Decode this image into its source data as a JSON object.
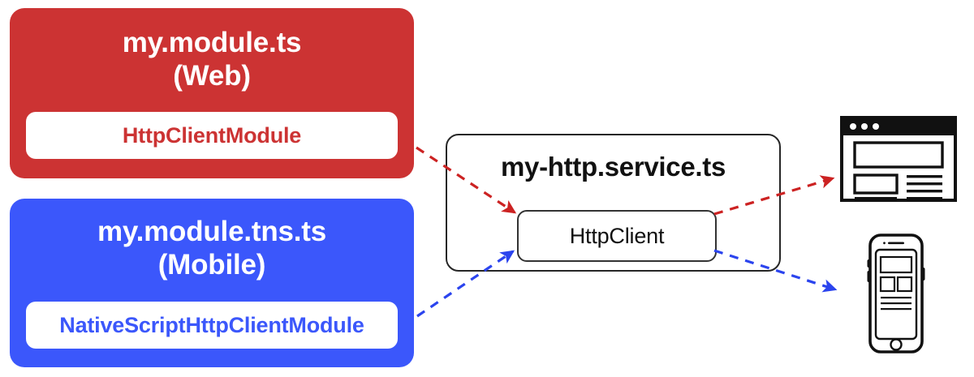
{
  "diagram": {
    "title": "Angular code-sharing HTTP module diagram",
    "background": "#ffffff",
    "colors": {
      "web_red": "#cc3333",
      "mobile_blue": "#3b57fb",
      "outline_black": "#262626",
      "card_white": "#ffffff"
    }
  },
  "modules": [
    {
      "id": "web",
      "title": "my.module.ts\n(Web)",
      "file_name": "my.module.ts",
      "platform": "(Web)",
      "pill_label": "HttpClientModule",
      "color": "#cc3333"
    },
    {
      "id": "mobile",
      "title": "my.module.tns.ts\n(Mobile)",
      "file_name": "my.module.tns.ts",
      "platform": "(Mobile)",
      "pill_label": "NativeScriptHttpClientModule",
      "color": "#3b57fb"
    }
  ],
  "service": {
    "title": "my-http.service.ts",
    "inner_label": "HttpClient"
  },
  "targets": [
    {
      "id": "browser",
      "icon": "browser-window-icon",
      "label": ""
    },
    {
      "id": "phone",
      "icon": "mobile-phone-icon",
      "label": ""
    }
  ],
  "connections": [
    {
      "id": "web-to-httpclient",
      "from": "my.module.ts (Web)",
      "to": "HttpClient",
      "color": "#cc3333",
      "style": "dashed",
      "arrow": "end"
    },
    {
      "id": "mobile-to-httpclient",
      "from": "my.module.tns.ts (Mobile)",
      "to": "HttpClient",
      "color": "#3b57fb",
      "style": "dashed",
      "arrow": "end"
    },
    {
      "id": "httpclient-to-browser",
      "from": "HttpClient",
      "to": "browser",
      "color": "#cc3333",
      "style": "dashed",
      "arrow": "end"
    },
    {
      "id": "httpclient-to-phone",
      "from": "HttpClient",
      "to": "phone",
      "color": "#3b57fb",
      "style": "dashed",
      "arrow": "end"
    }
  ]
}
